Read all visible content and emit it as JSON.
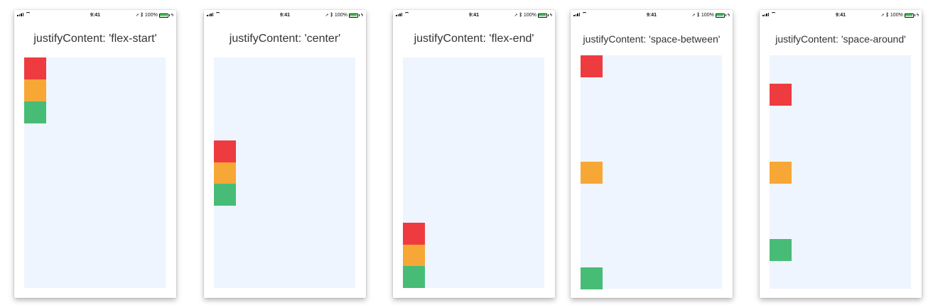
{
  "status_bar": {
    "time": "9:41",
    "battery": "100%"
  },
  "colors": {
    "red": "#ee3b40",
    "orange": "#f7a736",
    "green": "#47bc76",
    "container": "#eef5fe"
  },
  "screens": [
    {
      "title": "justifyContent: 'flex-start'"
    },
    {
      "title": "justifyContent: 'center'"
    },
    {
      "title": "justifyContent: 'flex-end'"
    },
    {
      "title": "justifyContent: 'space-between'"
    },
    {
      "title": "justifyContent: 'space-around'"
    }
  ]
}
